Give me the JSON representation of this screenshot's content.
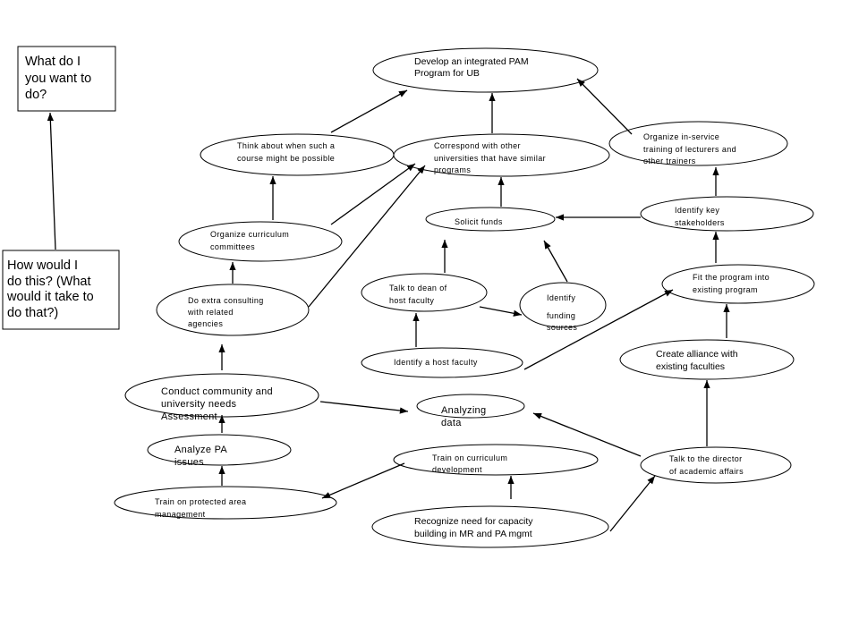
{
  "questions": {
    "what": {
      "lines": [
        "What do I",
        "you want to",
        "do?"
      ]
    },
    "how": {
      "lines": [
        "How would I",
        "do this? (What",
        "would it take to",
        "do that?)"
      ]
    }
  },
  "colors": {
    "highlight_yellow": "#ffff00",
    "highlight_pink": "#ff99cc"
  },
  "nodes": {
    "develop_pam": {
      "lines": [
        "Develop an integrated PAM",
        "Program for UB"
      ]
    },
    "think_timing": {
      "lines": [
        "Think about when such a",
        "course might be possible"
      ]
    },
    "correspond_universities": {
      "lines": [
        "Correspond with other",
        "universities that have similar",
        "programs"
      ]
    },
    "organize_inservice": {
      "lines": [
        "Organize in-service",
        "training of lecturers and",
        "other trainers"
      ]
    },
    "solicit_funds": {
      "lines": [
        "Solicit funds"
      ]
    },
    "identify_stakeholders": {
      "lines": [
        "Identify key",
        "stakeholders"
      ]
    },
    "organize_committees": {
      "lines": [
        "Organize curriculum",
        "committees"
      ]
    },
    "extra_consulting": {
      "lines": [
        "Do extra consulting",
        "with related",
        "agencies"
      ]
    },
    "talk_dean": {
      "lines": [
        "Talk to dean of",
        "host faculty"
      ]
    },
    "identify_funding": {
      "lines": [
        "Identify",
        "funding",
        "sources"
      ]
    },
    "fit_program": {
      "lines": [
        "Fit the program into",
        "existing program"
      ]
    },
    "identify_host": {
      "lines": [
        "Identify a host faculty"
      ]
    },
    "create_alliance": {
      "lines": [
        "Create alliance with",
        "existing faculties"
      ]
    },
    "needs_assessment": {
      "lines": [
        "Conduct community and",
        "university needs",
        "Assessment"
      ]
    },
    "analyzing_data": {
      "lines": [
        "Analyzing",
        "data"
      ]
    },
    "analyze_pa": {
      "lines": [
        "Analyze PA",
        "issues"
      ]
    },
    "train_curriculum": {
      "lines": [
        "Train on curriculum",
        "development"
      ]
    },
    "talk_director": {
      "lines": [
        "Talk to the director",
        "of academic affairs"
      ]
    },
    "train_pa_management": {
      "lines": [
        "Train on protected area",
        "management"
      ]
    },
    "recognize_need": {
      "lines": [
        "Recognize need for capacity",
        "building in MR and PA mgmt"
      ]
    }
  }
}
